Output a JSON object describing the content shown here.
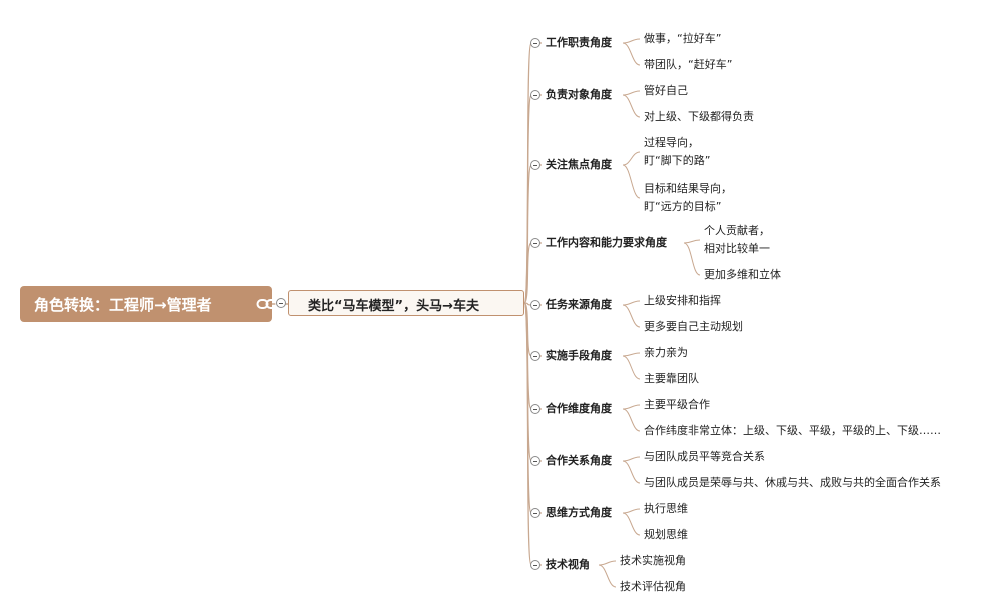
{
  "root": {
    "label": "角色转换：工程师→管理者",
    "icon": "link-icon"
  },
  "main": {
    "label": "类比“马车模型”，头马→车夫"
  },
  "categories": [
    {
      "label": "工作职责角度",
      "items": [
        [
          "做事，“拉好车”"
        ],
        [
          "带团队，“赶好车”"
        ]
      ]
    },
    {
      "label": "负责对象角度",
      "items": [
        [
          "管好自己"
        ],
        [
          "对上级、下级都得负责"
        ]
      ]
    },
    {
      "label": "关注焦点角度",
      "items": [
        [
          "过程导向，",
          "盯“脚下的路”"
        ],
        [
          "目标和结果导向，",
          "盯“远方的目标”"
        ]
      ]
    },
    {
      "label": "工作内容和能力要求角度",
      "items": [
        [
          "个人贡献者，",
          "相对比较单一"
        ],
        [
          "更加多维和立体"
        ]
      ]
    },
    {
      "label": "任务来源角度",
      "items": [
        [
          "上级安排和指挥"
        ],
        [
          "更多要自己主动规划"
        ]
      ]
    },
    {
      "label": "实施手段角度",
      "items": [
        [
          "亲力亲为"
        ],
        [
          "主要靠团队"
        ]
      ]
    },
    {
      "label": "合作维度角度",
      "items": [
        [
          "主要平级合作"
        ],
        [
          "合作纬度非常立体：上级、下级、平级，平级的上、下级……"
        ]
      ]
    },
    {
      "label": "合作关系角度",
      "items": [
        [
          "与团队成员平等竞合关系"
        ],
        [
          "与团队成员是荣辱与共、休戚与共、成败与共的全面合作关系"
        ]
      ]
    },
    {
      "label": "思维方式角度",
      "items": [
        [
          "执行思维"
        ],
        [
          "规划思维"
        ]
      ]
    },
    {
      "label": "技术视角",
      "items": [
        [
          "技术实施视角"
        ],
        [
          "技术评估视角"
        ]
      ]
    }
  ],
  "colors": {
    "root_fill": "#c0916f",
    "connector": "#c8a890",
    "main_border": "#c0916f"
  }
}
